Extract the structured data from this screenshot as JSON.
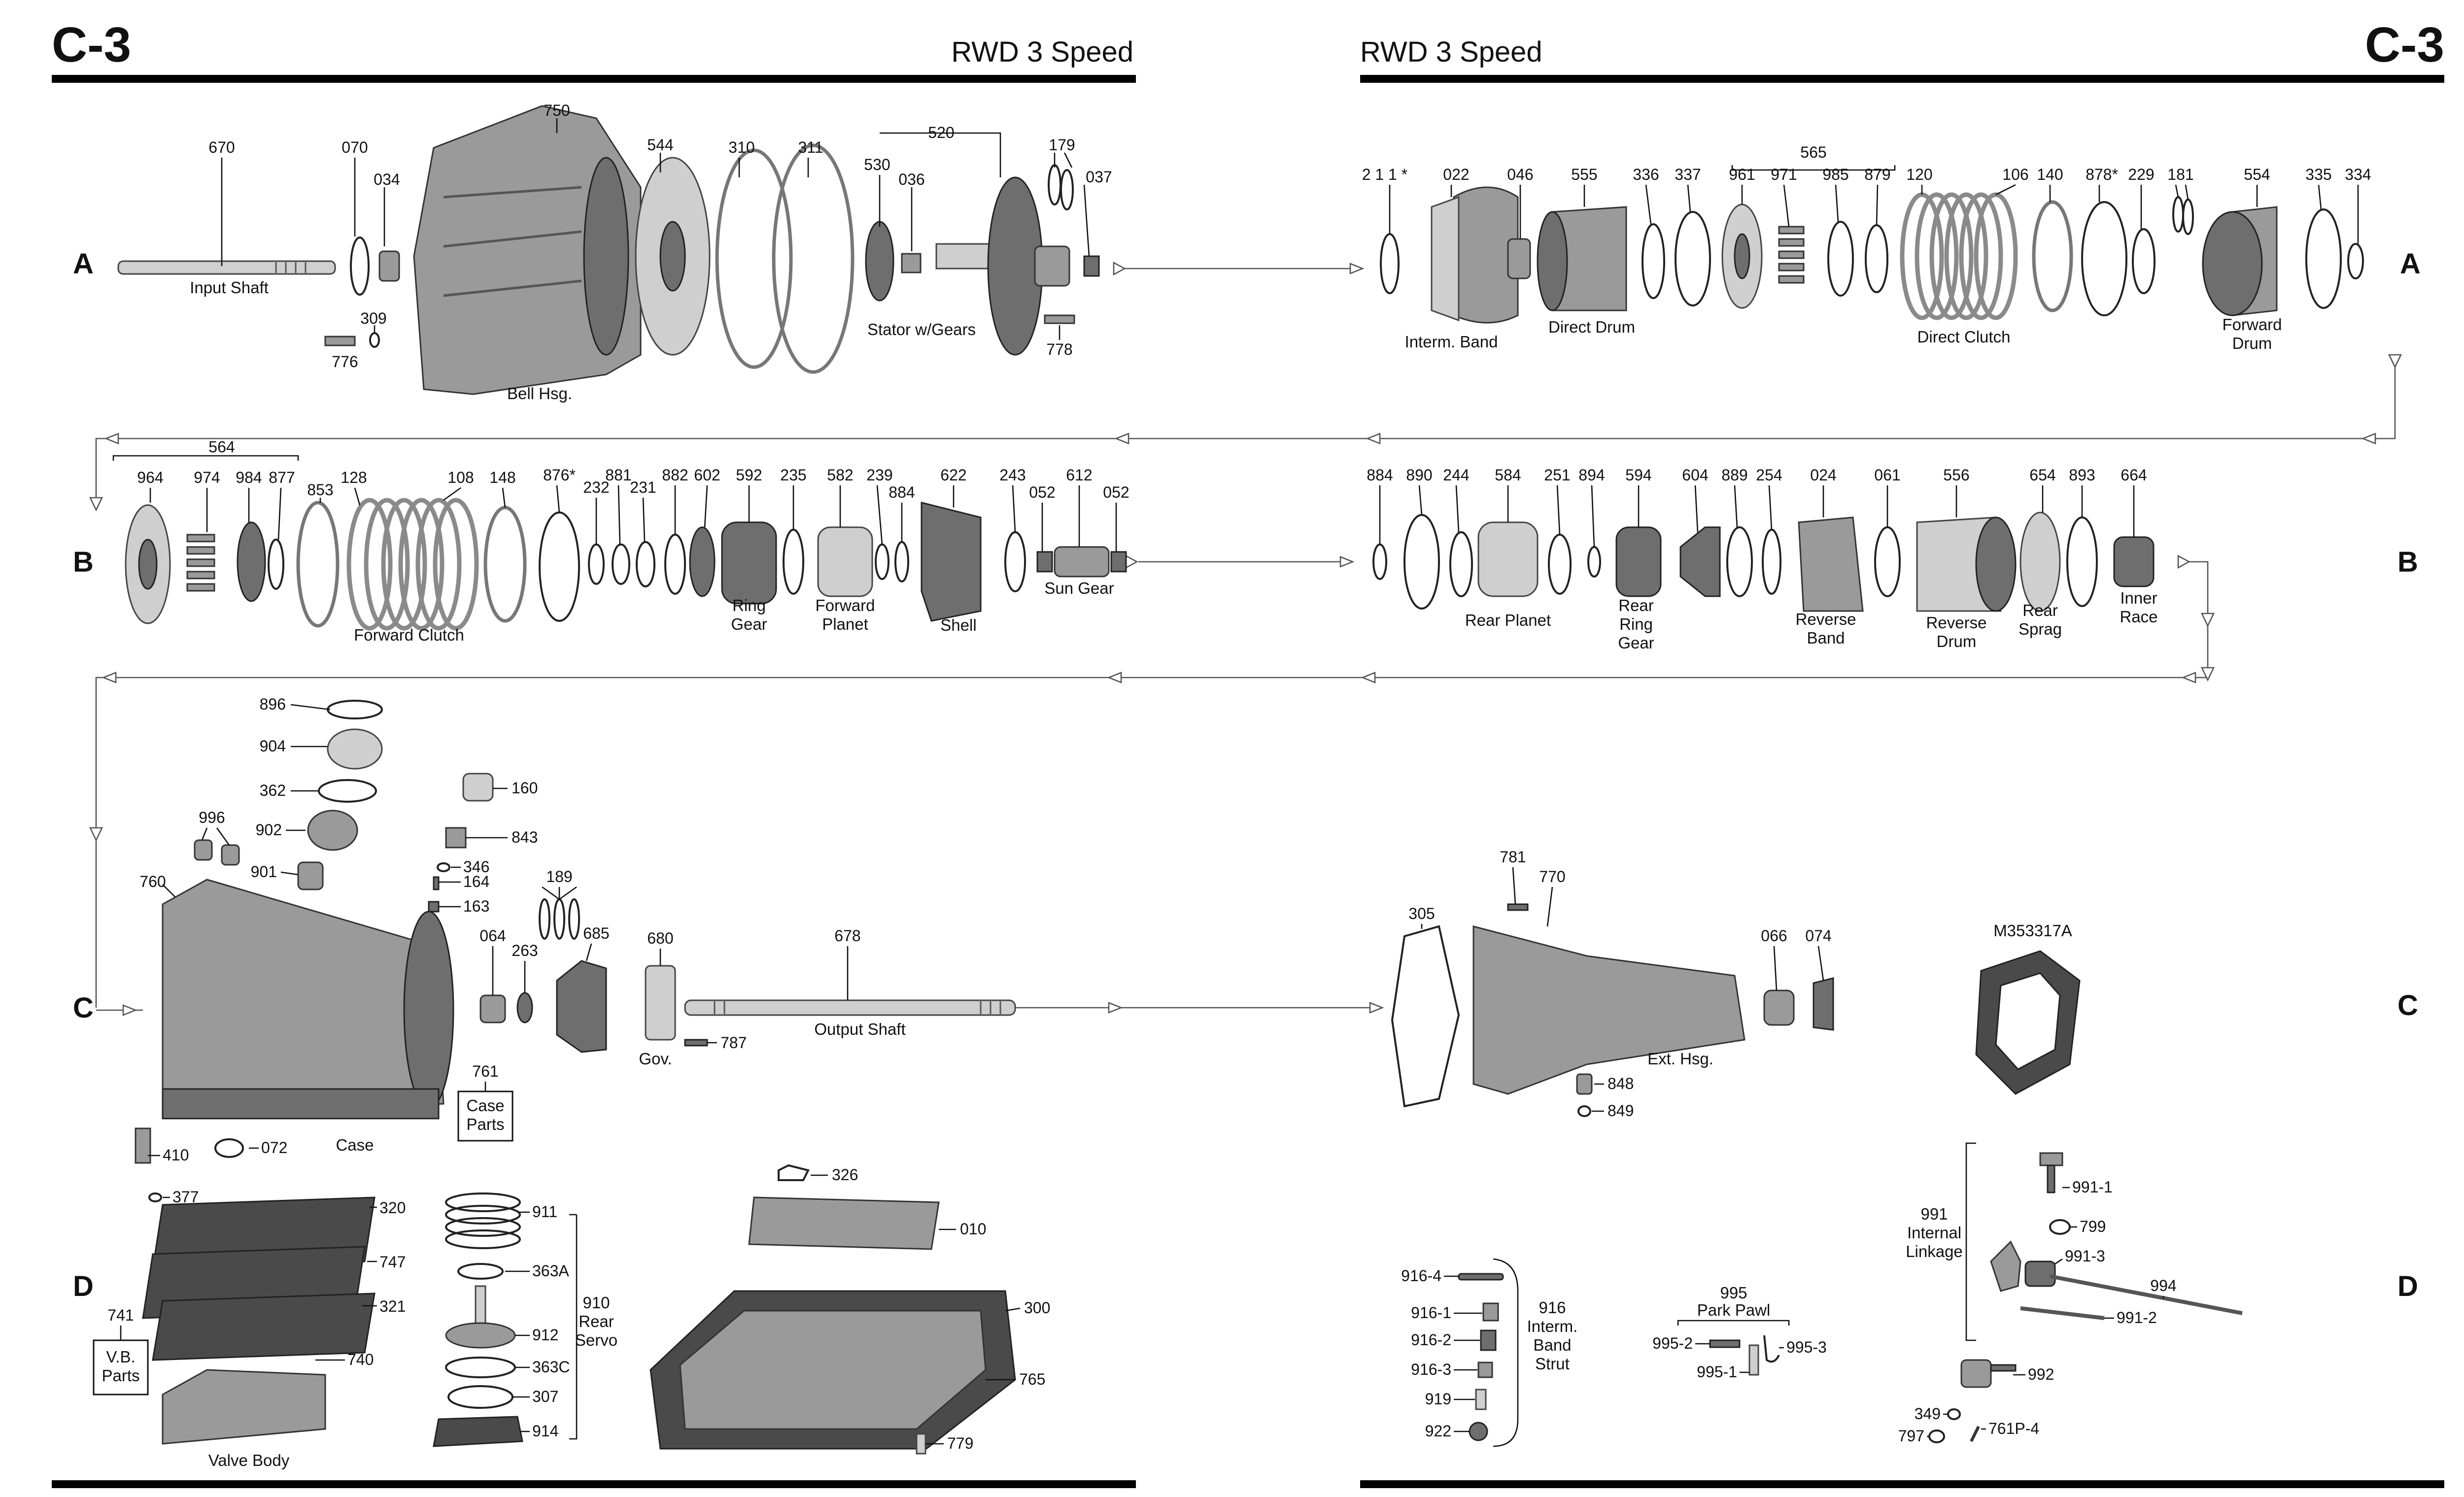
{
  "header": {
    "left_code": "C-3",
    "left_title": "RWD 3 Speed",
    "right_code": "C-3",
    "right_title": "RWD 3 Speed"
  },
  "rows": {
    "a_left": "A",
    "a_right": "A",
    "b_left": "B",
    "b_right": "B",
    "c_left": "C",
    "c_right": "C",
    "d_left": "D",
    "d_right": "D"
  },
  "captions": {
    "input_shaft": "Input Shaft",
    "bell_hsg": "Bell Hsg.",
    "stator": "Stator w/Gears",
    "interm_band": "Interm. Band",
    "direct_drum": "Direct Drum",
    "direct_clutch": "Direct Clutch",
    "forward_drum_1": "Forward",
    "forward_drum_2": "Drum",
    "forward_clutch": "Forward Clutch",
    "ring_gear_1": "Ring",
    "ring_gear_2": "Gear",
    "forward_planet_1": "Forward",
    "forward_planet_2": "Planet",
    "shell": "Shell",
    "sun_gear": "Sun Gear",
    "rear_planet": "Rear Planet",
    "rear_ring_1": "Rear",
    "rear_ring_2": "Ring",
    "rear_ring_3": "Gear",
    "reverse_band_1": "Reverse",
    "reverse_band_2": "Band",
    "reverse_drum_1": "Reverse",
    "reverse_drum_2": "Drum",
    "rear_sprag_1": "Rear",
    "rear_sprag_2": "Sprag",
    "inner_race_1": "Inner",
    "inner_race_2": "Race",
    "case": "Case",
    "case_parts_1": "Case",
    "case_parts_2": "Parts",
    "gov": "Gov.",
    "output_shaft": "Output Shaft",
    "ext_hsg": "Ext. Hsg.",
    "gasket_part": "M353317A",
    "vb_parts_1": "V.B.",
    "vb_parts_2": "Parts",
    "valve_body": "Valve Body",
    "rear_servo_1": "910",
    "rear_servo_2": "Rear",
    "rear_servo_3": "Servo",
    "strut_1": "916",
    "strut_2": "Interm.",
    "strut_3": "Band",
    "strut_4": "Strut",
    "park_pawl_1": "995",
    "park_pawl_2": "Park Pawl",
    "linkage_1": "991",
    "linkage_2": "Internal",
    "linkage_3": "Linkage"
  },
  "part_numbers": {
    "row_a": [
      "670",
      "070",
      "034",
      "309",
      "776",
      "750",
      "544",
      "310",
      "311",
      "520",
      "530",
      "036",
      "179",
      "037",
      "778",
      "2 1 1 *",
      "022",
      "046",
      "555",
      "336",
      "337",
      "565",
      "961",
      "971",
      "985",
      "879",
      "120",
      "106",
      "140",
      "878*",
      "229",
      "181",
      "554",
      "335",
      "334"
    ],
    "row_b": [
      "564",
      "964",
      "974",
      "984",
      "877",
      "853",
      "128",
      "108",
      "148",
      "876*",
      "232",
      "881",
      "231",
      "882",
      "602",
      "592",
      "235",
      "582",
      "239",
      "884",
      "622",
      "243",
      "052",
      "612",
      "052",
      "884",
      "890",
      "244",
      "584",
      "251",
      "894",
      "594",
      "604",
      "889",
      "254",
      "024",
      "061",
      "556",
      "654",
      "893",
      "664"
    ],
    "row_c": [
      "896",
      "904",
      "362",
      "902",
      "996",
      "901",
      "760",
      "160",
      "843",
      "346",
      "164",
      "163",
      "189",
      "064",
      "263",
      "685",
      "680",
      "678",
      "787",
      "761",
      "410",
      "072",
      "377",
      "781",
      "770",
      "305",
      "066",
      "074",
      "848",
      "849"
    ],
    "row_d": [
      "326",
      "010",
      "300",
      "765",
      "779",
      "320",
      "747",
      "321",
      "741",
      "740",
      "911",
      "363A",
      "912",
      "363C",
      "307",
      "914",
      "916-4",
      "916-1",
      "916-2",
      "916-3",
      "919",
      "922",
      "995-2",
      "995-3",
      "995-1",
      "991-1",
      "799",
      "991-3",
      "994",
      "991-2",
      "992",
      "349",
      "797",
      "761P-4"
    ]
  },
  "colors": {
    "rule": "#000000",
    "part_metal": "#9a9a9a",
    "clutch_plate": "#8a8a8a",
    "flow_line": "#555555"
  }
}
